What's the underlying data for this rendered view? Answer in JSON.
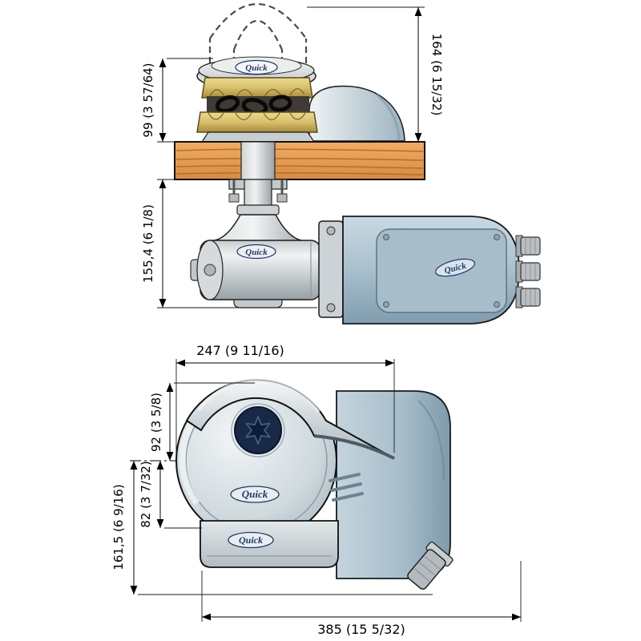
{
  "brand": {
    "name": "Quick"
  },
  "colors": {
    "deck_wood": "#e59a52",
    "logo_navy": "#1e3a6e",
    "motor_blue": "#a9c0cd",
    "brass": "#d8bf6b",
    "line": "#000000"
  },
  "top_view": {
    "dimensions": {
      "total_height_above_deck": "164 (6 15/32)",
      "drum_height_above_deck": "99 (3 57/64)",
      "depth_below_deck": "155,4 (6 1/8)"
    }
  },
  "front_view": {
    "dimensions": {
      "body_width": "247 (9 11/16)",
      "height_above_centerline": "92 (3 5/8)",
      "height_below_centerline": "82 (3 7/32)",
      "total_height": "161,5 (6 9/16)",
      "total_length": "385 (15 5/32)"
    }
  }
}
